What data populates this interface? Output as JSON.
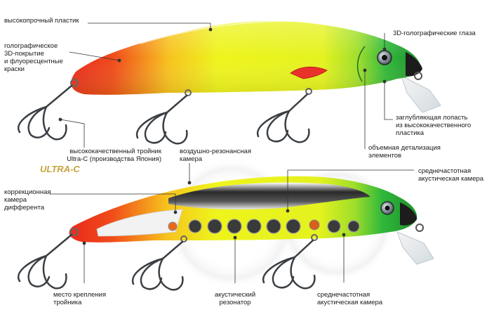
{
  "labels": {
    "plastic": "высокопрочный пластик",
    "holo_coating": "голографическое\n3D-покрытие\nи флуоресцентные\nкраски",
    "eyes": "3D-голографические глаза",
    "lip": "заглубляющая лопасть\nиз высококачественного\nпластика",
    "detail": "объемная детализация\nэлементов",
    "hooks": "высококачественный тройник\nUltra-C (производства Япония)",
    "air_chamber": "воздушно-резонансная\nкамера",
    "trim_chamber": "коррекционная\nкамера\nдифферента",
    "mid_chamber_top": "среднечастотная\nакустическая камера",
    "hook_mount": "место крепления\nтройника",
    "resonator": "акустический\nрезонатор",
    "mid_chamber_bottom": "среднечастотная\nакустическая камера"
  },
  "logo": {
    "text": "ULTRA-C",
    "color": "#c7a43c"
  },
  "colors": {
    "head_green": "#2fbf3a",
    "body_yellow": "#e8f21a",
    "tail_red": "#e8231c",
    "leader_line": "#333333"
  }
}
